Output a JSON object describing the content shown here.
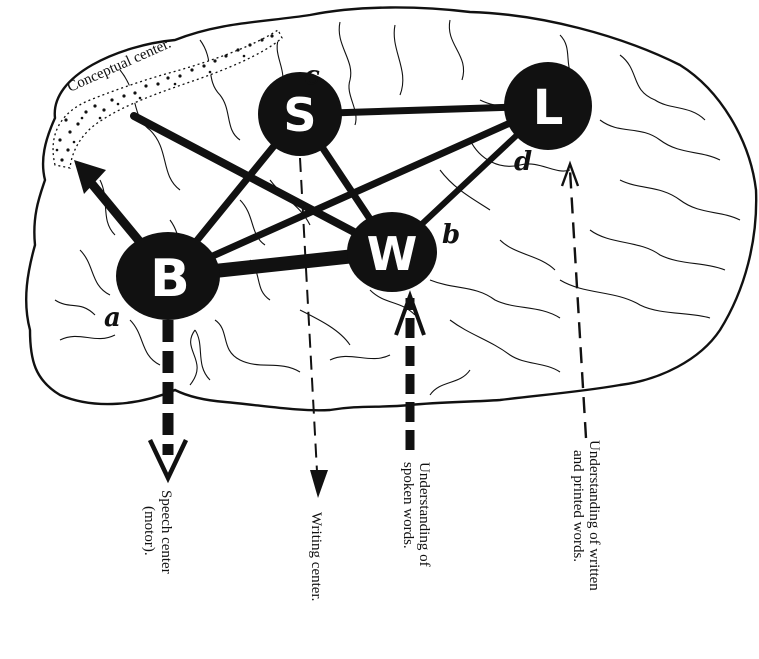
{
  "diagram": {
    "concept_label": "Conceptual center.",
    "nodes": {
      "S": {
        "letter": "S",
        "tag": "c"
      },
      "L": {
        "letter": "L",
        "tag": "d"
      },
      "B": {
        "letter": "B",
        "tag": "a"
      },
      "W": {
        "letter": "W",
        "tag": "b"
      }
    },
    "outputs": {
      "speech_line1": "Speech center",
      "speech_line2": "(motor).",
      "writing": "Writing center.",
      "spoken_line1": "Understanding of",
      "spoken_line2": "spoken words.",
      "written_line1": "Understanding of written",
      "written_line2": "and printed words."
    },
    "colors": {
      "ink": "#111111",
      "paper": "#ffffff",
      "brain_fill": "#ffffff"
    }
  }
}
